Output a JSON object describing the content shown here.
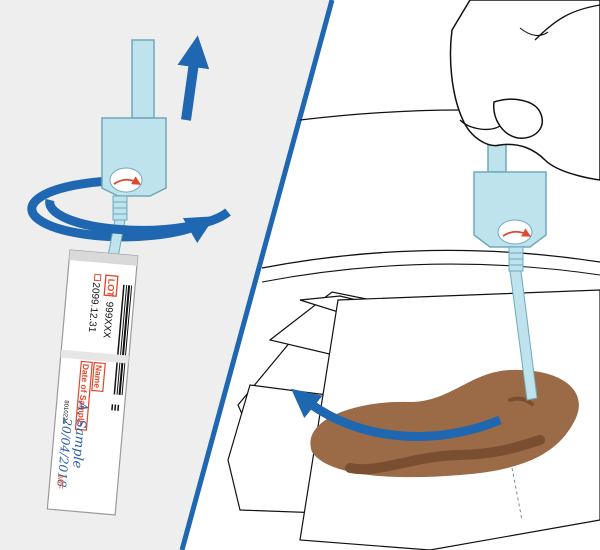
{
  "colors": {
    "left_bg": "#eeeeee",
    "divider": "#1f67b1",
    "arrow_blue": "#1f67b1",
    "cap_fill": "#bfe3ec",
    "cap_stroke": "#6ea8bf",
    "label_red": "#e0472b",
    "ink_blue": "#2a5ca8",
    "stool": "#9b6a46",
    "stool_dark": "#7a4e30",
    "line": "#111111"
  },
  "tube_label": {
    "lot_label": "LOT",
    "lot_value": "999XXX",
    "expiry": "2099.12.31",
    "barcode_number": "8010224",
    "name_label": "Name",
    "date_label": "Date of Sample",
    "handwritten_name": "A. Sample",
    "handwritten_date": "20/04/2018",
    "sex_field": "M/F"
  }
}
